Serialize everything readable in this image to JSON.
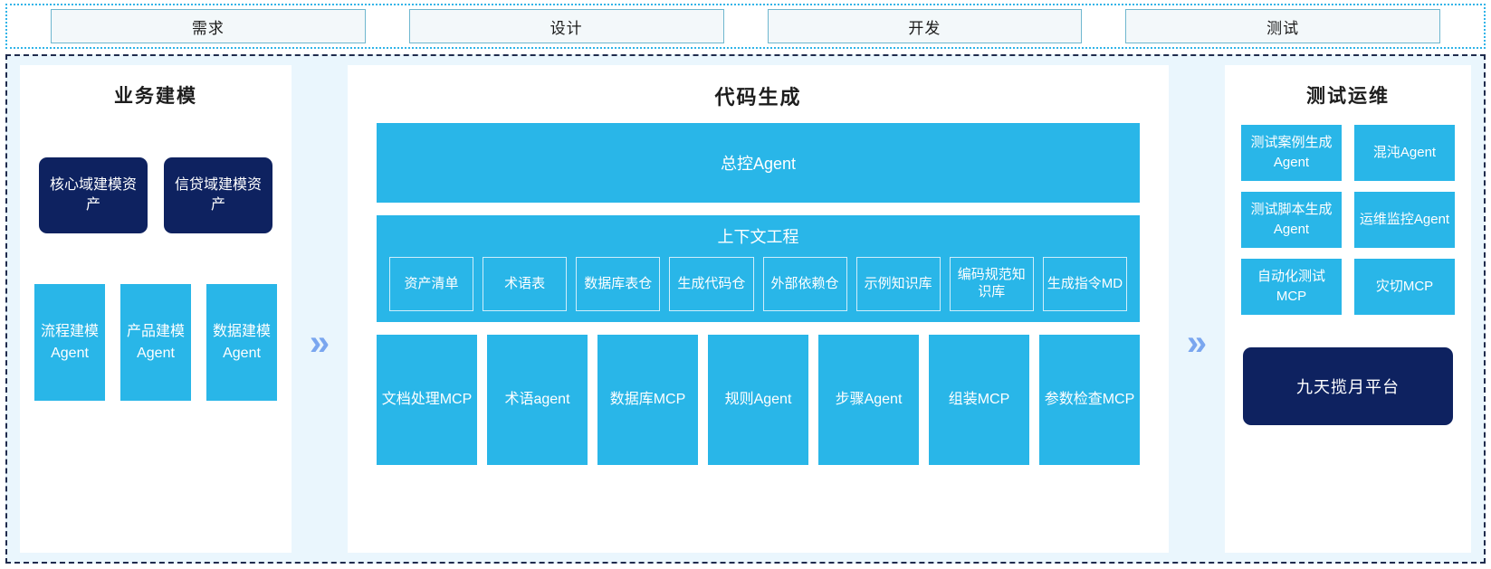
{
  "phases": {
    "items": [
      {
        "label": "需求"
      },
      {
        "label": "设计"
      },
      {
        "label": "开发"
      },
      {
        "label": "测试"
      }
    ]
  },
  "colors": {
    "accent_cyan": "#29b6e8",
    "dark_navy": "#0e2260",
    "board_bg": "#eaf6fd",
    "chevron": "#7aa6ef",
    "phase_border": "#6fb7cf",
    "board_border": "#1f2b4d"
  },
  "separators": {
    "left_arrow": "»",
    "right_arrow": "»"
  },
  "left_panel": {
    "title": "业务建模",
    "assets": [
      {
        "label": "核心域建模资产"
      },
      {
        "label": "信贷域建模资产"
      }
    ],
    "agents": [
      {
        "label": "流程建模Agent"
      },
      {
        "label": "产品建模Agent"
      },
      {
        "label": "数据建模Agent"
      }
    ]
  },
  "center_panel": {
    "title": "代码生成",
    "master_agent": "总控Agent",
    "context": {
      "title": "上下文工程",
      "cells": [
        {
          "label": "资产清单"
        },
        {
          "label": "术语表"
        },
        {
          "label": "数据库表仓"
        },
        {
          "label": "生成代码仓"
        },
        {
          "label": "外部依赖仓"
        },
        {
          "label": "示例知识库"
        },
        {
          "label": "编码规范知识库"
        },
        {
          "label": "生成指令MD"
        }
      ]
    },
    "tools": [
      {
        "label": "文档处理MCP"
      },
      {
        "label": "术语agent"
      },
      {
        "label": "数据库MCP"
      },
      {
        "label": "规则Agent"
      },
      {
        "label": "步骤Agent"
      },
      {
        "label": "组装MCP"
      },
      {
        "label": "参数检查MCP"
      }
    ]
  },
  "right_panel": {
    "title": "测试运维",
    "cards": [
      {
        "label": "测试案例生成Agent"
      },
      {
        "label": "混沌Agent"
      },
      {
        "label": "测试脚本生成Agent"
      },
      {
        "label": "运维监控Agent"
      },
      {
        "label": "自动化测试MCP"
      },
      {
        "label": "灾切MCP"
      }
    ],
    "platform": "九天揽月平台"
  }
}
